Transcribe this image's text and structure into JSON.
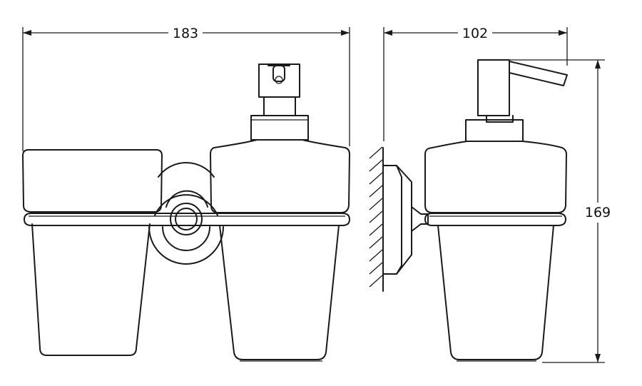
{
  "dimensions": {
    "total_width": "183",
    "side_depth": "102",
    "total_height": "169"
  }
}
